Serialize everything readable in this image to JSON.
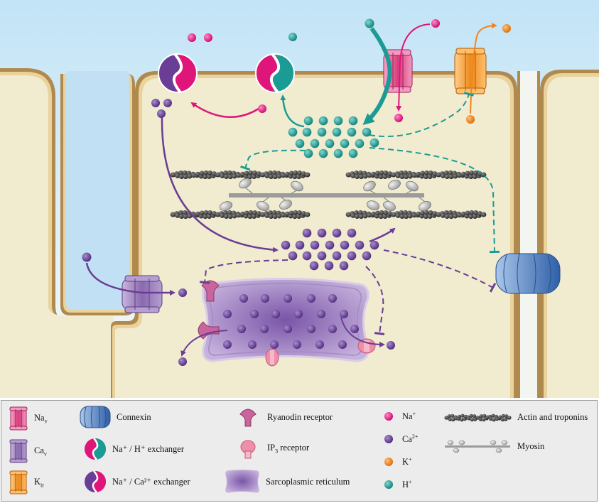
{
  "colors": {
    "sky_top": "#bfe3f6",
    "membrane_outer": "#b0894e",
    "membrane_inner": "#e9d29b",
    "cytoplasm": "#f1ebcf",
    "extracellular_pocket": "#c2e0f3",
    "na_ion": "#e0157a",
    "ca_ion": "#6a3d96",
    "k_ion": "#f0841e",
    "h_ion": "#1b9b95",
    "nav_channel": "#e8568f",
    "cav_channel": "#8f72b0",
    "kir_channel": "#f39a33",
    "connexin": "#4f7fc2",
    "sr": "#8e6cb5",
    "ryanodine": "#c9649d",
    "ip3": "#ee8fa9",
    "filament": "#3c3c3c",
    "myosin": "#9b9b9b"
  },
  "legend": {
    "nav": {
      "main": "Na",
      "sub": "v",
      "icon": "nav-channel-icon"
    },
    "cav": {
      "main": "Ca",
      "sub": "v",
      "icon": "cav-channel-icon"
    },
    "kir": {
      "main": "K",
      "sub": "ir",
      "icon": "kir-channel-icon"
    },
    "connexin": {
      "label": "Connexin",
      "icon": "connexin-icon"
    },
    "nhe": {
      "label": "Na⁺ / H⁺ exchanger",
      "icon": "na-h-exchanger-icon"
    },
    "ncx": {
      "label": "Na⁺ / Ca²⁺ exchanger",
      "icon": "na-ca-exchanger-icon"
    },
    "ryanodine": {
      "label": "Ryanodin receptor",
      "icon": "ryanodine-receptor-icon"
    },
    "ip3": {
      "main": "IP",
      "sub": "3",
      "rest": " receptor",
      "icon": "ip3-receptor-icon"
    },
    "sr": {
      "label": "Sarcoplasmic reticulum",
      "icon": "sarcoplasmic-reticulum-icon"
    },
    "na": {
      "main": "Na",
      "sup": "+"
    },
    "ca": {
      "main": "Ca",
      "sup": "2+"
    },
    "k": {
      "main": "K",
      "sup": "+"
    },
    "h": {
      "main": "H",
      "sup": "+"
    },
    "actin": {
      "label": "Actin and troponins",
      "icon": "actin-filament-icon"
    },
    "myosin": {
      "label": "Myosin",
      "icon": "myosin-icon"
    }
  }
}
